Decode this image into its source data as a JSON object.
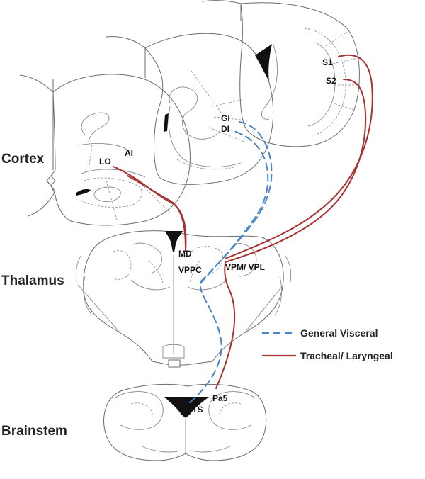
{
  "region_labels": {
    "cortex": "Cortex",
    "thalamus": "Thalamus",
    "brainstem": "Brainstem"
  },
  "nucleus_labels": {
    "s1": "S1",
    "s2": "S2",
    "gi": "GI",
    "di": "DI",
    "lo": "LO",
    "ai": "AI",
    "md": "MD",
    "vpm_vpl": "VPM/ VPL",
    "vpfc": "VPPC",
    "pa5": "Pa5",
    "nts": "nTS"
  },
  "legend": {
    "general_visceral": {
      "label": "General Visceral",
      "color": "#4a86c8",
      "style": "dashed"
    },
    "tracheal_laryngeal": {
      "label": "Tracheal/ Laryngeal",
      "color": "#a83232",
      "style": "solid"
    }
  }
}
